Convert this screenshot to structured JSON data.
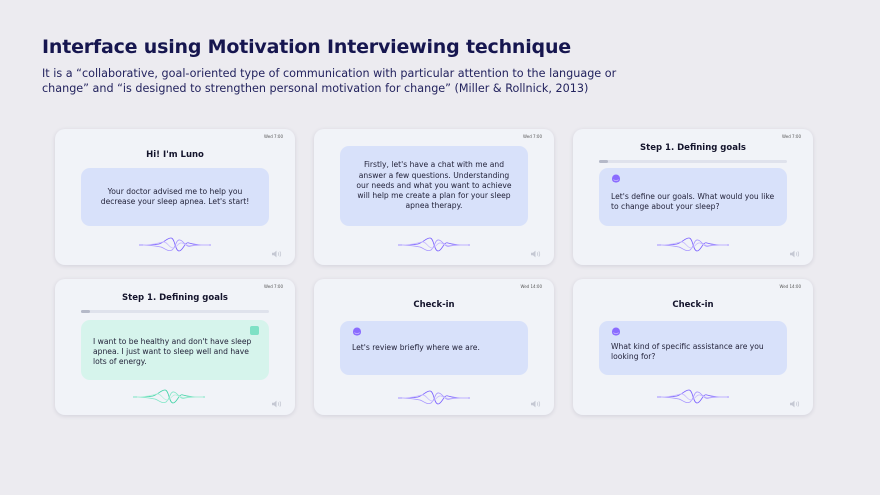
{
  "header": {
    "title": "Interface using Motivation Interviewing technique",
    "subtitle": "It is a “collaborative, goal-oriented type of communication with particular attention to the language or change” and “is designed to strengthen personal motivation for change” (Miller & Rollnick, 2013)"
  },
  "colors": {
    "bubble_assistant": "#d8e1fa",
    "bubble_user": "#d6f4ec",
    "wave_assistant": "#7b61ff",
    "wave_user": "#3fd3a6"
  },
  "screens": [
    {
      "time": "Wed 7:00",
      "title": "Hi! I'm Luno",
      "message": "Your doctor advised me to help you decrease your sleep apnea. Let's start!",
      "speaker": "assistant"
    },
    {
      "time": "Wed 7:00",
      "title": "",
      "message": "Firstly, let's have a chat with me and answer a few questions. Understanding our needs and what you want to achieve will help me create a plan for your sleep apnea therapy.",
      "speaker": "assistant"
    },
    {
      "time": "Wed 7:00",
      "title": "Step 1. Defining goals",
      "message": "Let's define our goals. What would you like to change about your sleep?",
      "speaker": "assistant",
      "progress": 0.05
    },
    {
      "time": "Wed 7:00",
      "title": "Step 1. Defining goals",
      "message": "I want to be healthy and don't have sleep apnea. I just want to sleep well and have lots of energy.",
      "speaker": "user",
      "progress": 0.05
    },
    {
      "time": "Wed 14:00",
      "title": "Check-in",
      "message": "Let's review briefly where we are.",
      "speaker": "assistant"
    },
    {
      "time": "Wed 14:00",
      "title": "Check-in",
      "message": "What kind of specific assistance are you looking for?",
      "speaker": "assistant"
    }
  ]
}
